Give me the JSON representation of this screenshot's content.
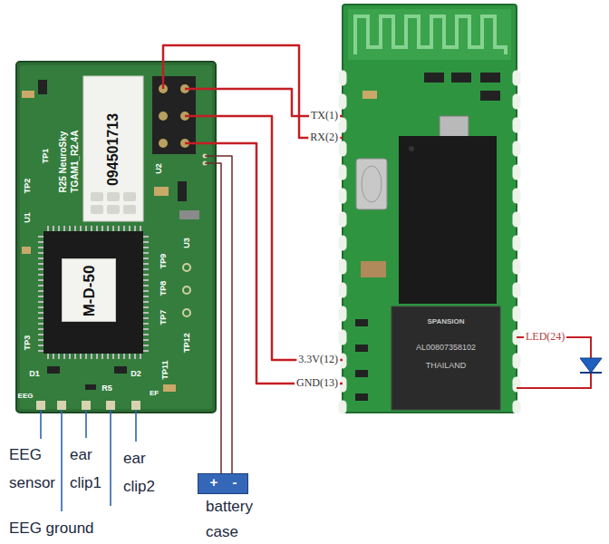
{
  "diagram": {
    "nodes": [
      {
        "text": [
          "094501713",
          "R25 NeuroSky TGAM1_R2.4A"
        ]
      },
      {
        "text": [
          "M-D-50"
        ],
        "in": 0
      },
      {
        "text": [
          "SPANSION",
          "AL00807358102",
          "THAILAND"
        ]
      },
      {
        "text": [
          "+",
          "-",
          "battery case"
        ]
      }
    ],
    "edges": [
      {
        "from": 0,
        "to": 2,
        "arrow": "none",
        "label": "RX(2)"
      },
      {
        "from": 0,
        "to": 2,
        "arrow": "none",
        "label": "TX(1)"
      },
      {
        "from": 0,
        "to": 2,
        "arrow": "none",
        "label": "3.3V(12)"
      },
      {
        "from": 0,
        "to": 2,
        "arrow": "none",
        "label": "GND(13)"
      },
      {
        "from": 0,
        "to": 3,
        "arrow": "none"
      },
      {
        "from": 0,
        "to": 3,
        "arrow": "none"
      }
    ],
    "labels": [
      "TP1",
      "TP2",
      "U1",
      "U2",
      "TP3",
      "TP7",
      "TP8",
      "TP9",
      "U3",
      "TP11",
      "TP12",
      "D1",
      "D2",
      "R5",
      "EEG",
      "EF",
      "LED(24)",
      "EEG sensor",
      "EEG ground",
      "ear clip1",
      "ear clip2"
    ]
  }
}
